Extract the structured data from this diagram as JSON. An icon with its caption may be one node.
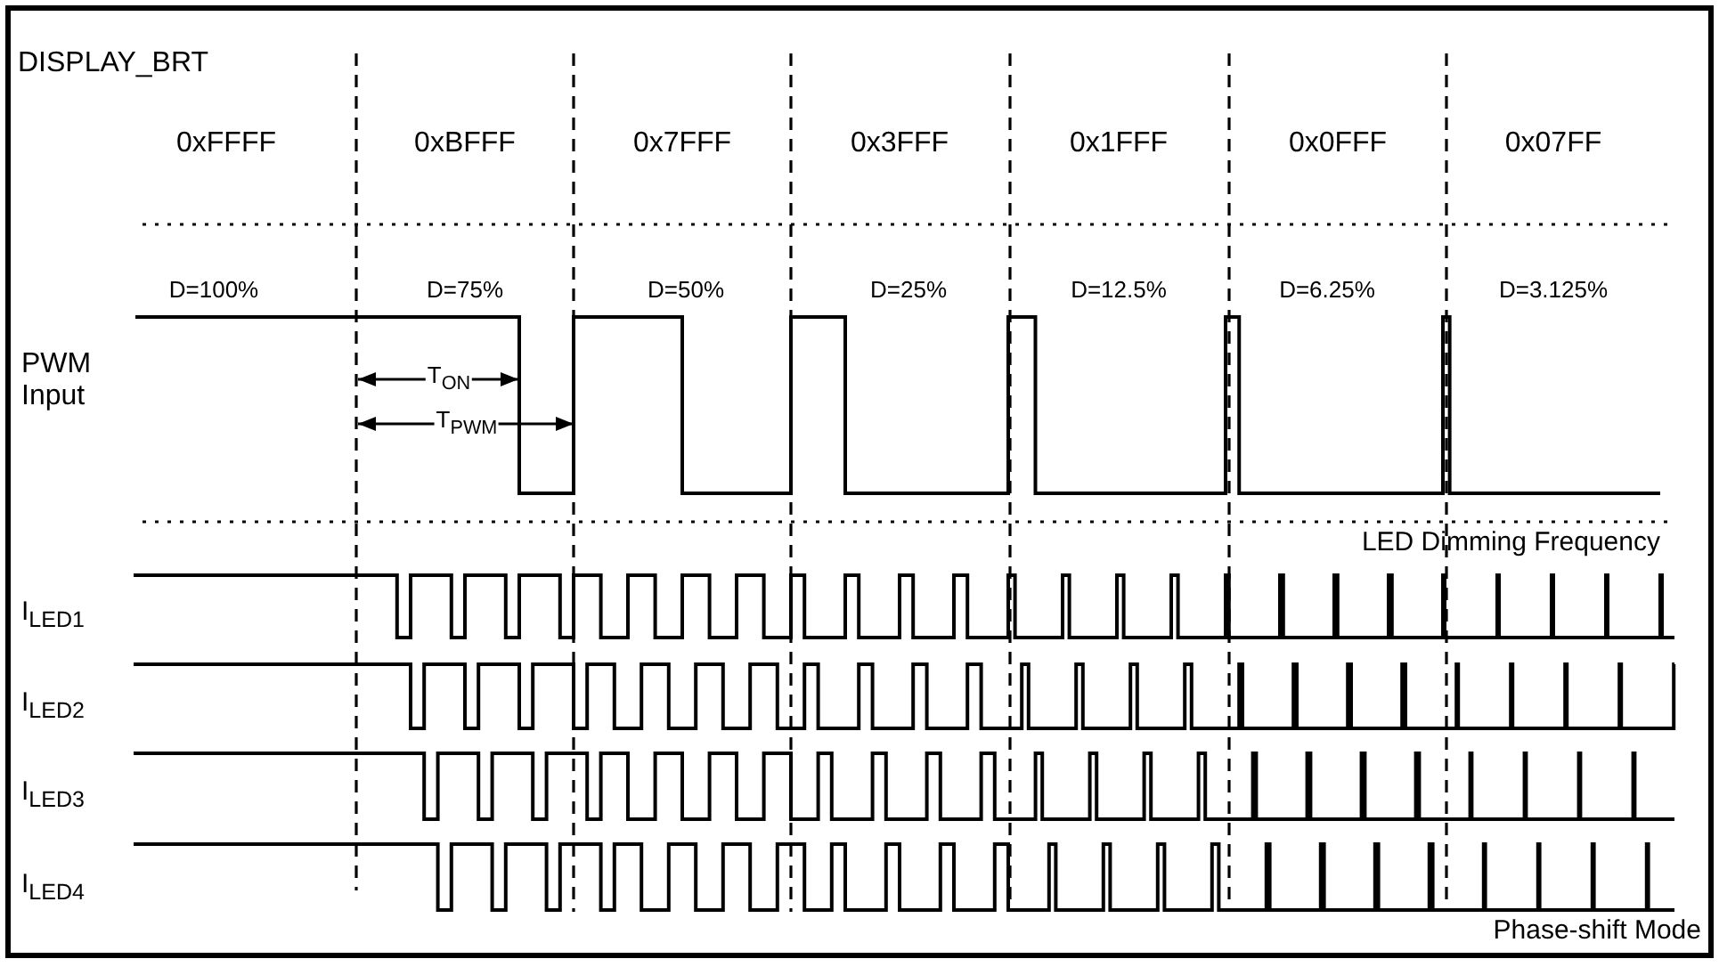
{
  "diagram": {
    "labels": [
      "DISPLAY_BRT",
      "0xFFFF",
      "0xBFFF",
      "0x7FFF",
      "0x3FFF",
      "0x1FFF",
      "0x0FFF",
      "0x07FF",
      "D=100%",
      "D=75%",
      "D=50%",
      "D=25%",
      "D=12.5%",
      "D=6.25%",
      "D=3.125%",
      "PWM Input",
      "T$_{ON}$",
      "T$_{PWM}$",
      "LED Dimming Frequency",
      "I$_{LED1}$",
      "I$_{LED2}$",
      "I$_{LED3}$",
      "I$_{LED4}$",
      "Phase-shift Mode"
    ]
  }
}
